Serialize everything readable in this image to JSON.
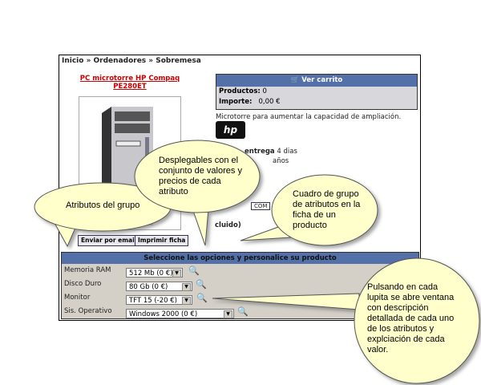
{
  "breadcrumb": "Inicio » Ordenadores » Sobremesa",
  "product": {
    "title": "PC microtorre HP Compaq PE280ET",
    "description": "Microtorre para aumentar la capacidad de ampliación.",
    "brand_logo": "hp",
    "delivery_label": "entrega",
    "delivery_value": "4 dias",
    "warranty_fragment": "años",
    "price_fragment": "cluido)",
    "buy_fragment": "COM"
  },
  "cart": {
    "header": "Ver carrito",
    "products_label": "Productos:",
    "products_value": "0",
    "amount_label": "Importe:",
    "amount_value": "0,00 €"
  },
  "buttons": {
    "email": "Enviar por email",
    "print": "Imprimir ficha"
  },
  "options": {
    "header": "Seleccione las opciones y personalice su producto",
    "rows": [
      {
        "label": "Memoria RAM",
        "value": "512 Mb (0 €)"
      },
      {
        "label": "Disco Duro",
        "value": "80 Gb (0 €)"
      },
      {
        "label": "Monitor",
        "value": "TFT 15 (-20 €)"
      },
      {
        "label": "Sis. Operativo",
        "value": "Windows 2000 (0 €)"
      }
    ]
  },
  "callouts": {
    "dropdowns": [
      "Desplegables con el",
      "conjunto de valores y",
      "precios de cada",
      "atributo"
    ],
    "attributes": "Atributos del grupo",
    "group": [
      "Cuadro de grupo",
      "de atributos en la",
      "ficha de un",
      "producto"
    ],
    "magnifier": [
      "Pulsando en cada",
      "lupita se abre ventana",
      "con descripción",
      "detallada de cada uno",
      "de los atributos y",
      "explciación de cada",
      "valor."
    ]
  }
}
